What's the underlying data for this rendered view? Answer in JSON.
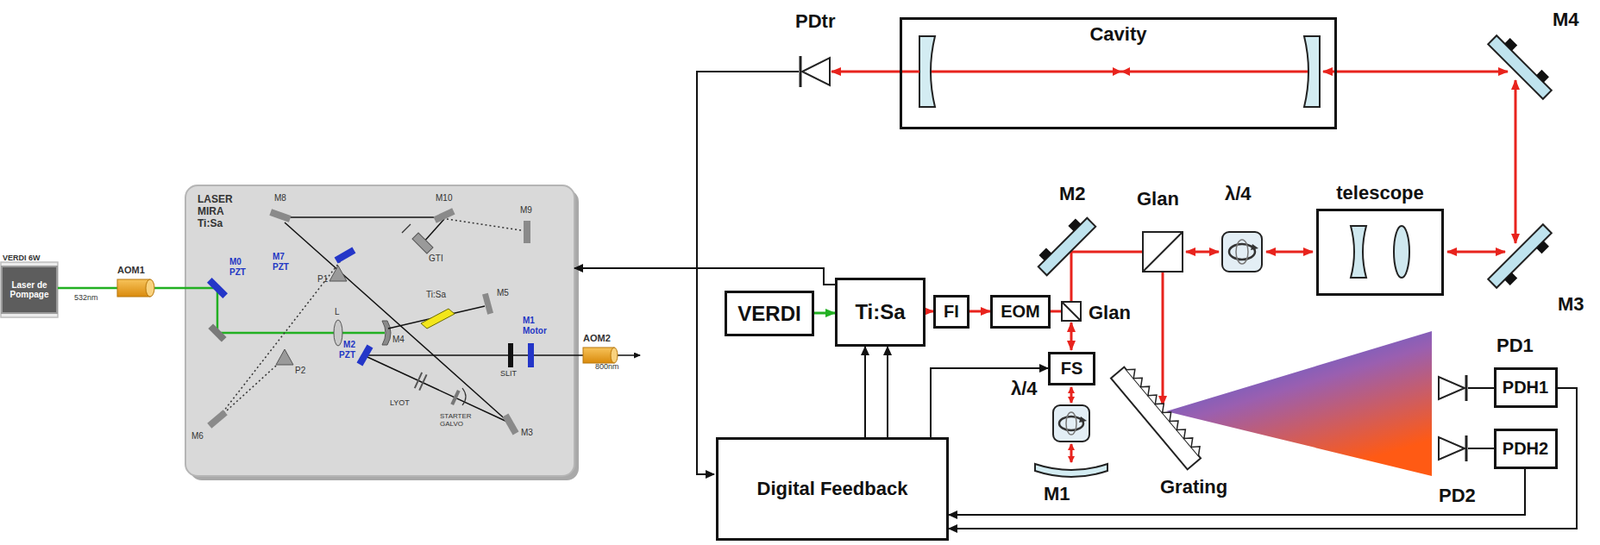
{
  "diagram": {
    "nodes": [
      {
        "text": [
          "VERDI 6W",
          "Laser de Pompage"
        ]
      },
      {
        "text": [
          "LASER MIRA Ti:Sa"
        ]
      },
      {
        "text": [
          "Cavity"
        ]
      },
      {
        "text": [
          "telescope"
        ]
      },
      {
        "text": [
          "VERDI"
        ]
      },
      {
        "text": [
          "Ti:Sa"
        ]
      },
      {
        "text": [
          "FI"
        ]
      },
      {
        "text": [
          "EOM"
        ]
      },
      {
        "text": [
          "FS"
        ]
      },
      {
        "text": [
          "Digital Feedback"
        ]
      },
      {
        "text": [
          "PDH1"
        ]
      },
      {
        "text": [
          "PDH2"
        ]
      }
    ],
    "edges": [
      {
        "from": 4,
        "to": 5,
        "arrow": "to"
      },
      {
        "from": 5,
        "to": 6,
        "arrow": "to"
      },
      {
        "from": 6,
        "to": 7,
        "arrow": "to"
      },
      {
        "from": 5,
        "to": 1,
        "arrow": "to"
      },
      {
        "from": 9,
        "to": 5,
        "arrow": "to"
      },
      {
        "from": 9,
        "to": 5,
        "arrow": "to"
      },
      {
        "from": 9,
        "to": 8,
        "arrow": "to"
      },
      {
        "from": 10,
        "to": 9,
        "arrow": "to"
      },
      {
        "from": 11,
        "to": 9,
        "arrow": "to"
      }
    ],
    "labels": [
      "532nm",
      "AOM1",
      "M0 PZT",
      "M8",
      "M10",
      "M9",
      "P1",
      "GTI",
      "M7 PZT",
      "M6",
      "P2",
      "L",
      "M4",
      "Ti:Sa",
      "M5",
      "M1 Motor",
      "AOM2",
      "800nm",
      "M2 PZT",
      "LYOT",
      "SLIT",
      "STARTER GALVO",
      "M3",
      "PDtr",
      "M4",
      "M2",
      "Glan",
      "λ/4",
      "M3",
      "Glan",
      "λ/4",
      "M1",
      "Grating",
      "PD1",
      "PD2"
    ]
  }
}
